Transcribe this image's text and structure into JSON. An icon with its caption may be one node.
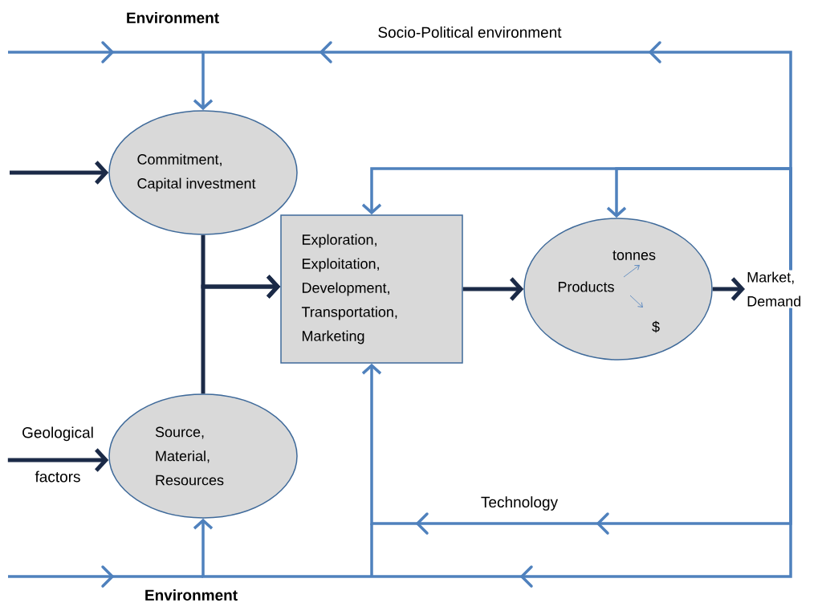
{
  "diagram": {
    "nodes": [
      {
        "text": [
          "Commitment, Capital investment"
        ]
      },
      {
        "text": [
          "Source, Material, Resources"
        ]
      },
      {
        "text": [
          "Exploration, Exploitation, Development, Transportation, Marketing"
        ]
      },
      {
        "text": [
          "tonnes",
          "Products",
          "$"
        ]
      },
      {
        "text": [
          "Market, Demand"
        ]
      },
      {
        "text": [
          "Geological factors"
        ]
      }
    ],
    "edges": [
      {
        "from": null,
        "to": 0,
        "arrow": "to"
      },
      {
        "from": 5,
        "to": 1,
        "arrow": "to"
      },
      {
        "from": 0,
        "to": 2,
        "arrow": "to"
      },
      {
        "from": 1,
        "to": 2,
        "arrow": "to"
      },
      {
        "from": 2,
        "to": 3,
        "arrow": "to"
      },
      {
        "from": 3,
        "to": 4,
        "arrow": "to"
      },
      {
        "from": 4,
        "to": 0,
        "arrow": "to",
        "color": "#4f81bd"
      },
      {
        "from": 4,
        "to": 2,
        "arrow": "to",
        "color": "#4f81bd"
      },
      {
        "from": 4,
        "to": 3,
        "arrow": "to",
        "color": "#4f81bd"
      },
      {
        "from": 4,
        "to": 1,
        "arrow": "to",
        "color": "#4f81bd"
      },
      {
        "from": 4,
        "to": 2,
        "arrow": "to",
        "color": "#4f81bd"
      }
    ],
    "labels": [
      "Environment",
      "Socio-Political environment",
      "Technology",
      "Environment"
    ]
  }
}
